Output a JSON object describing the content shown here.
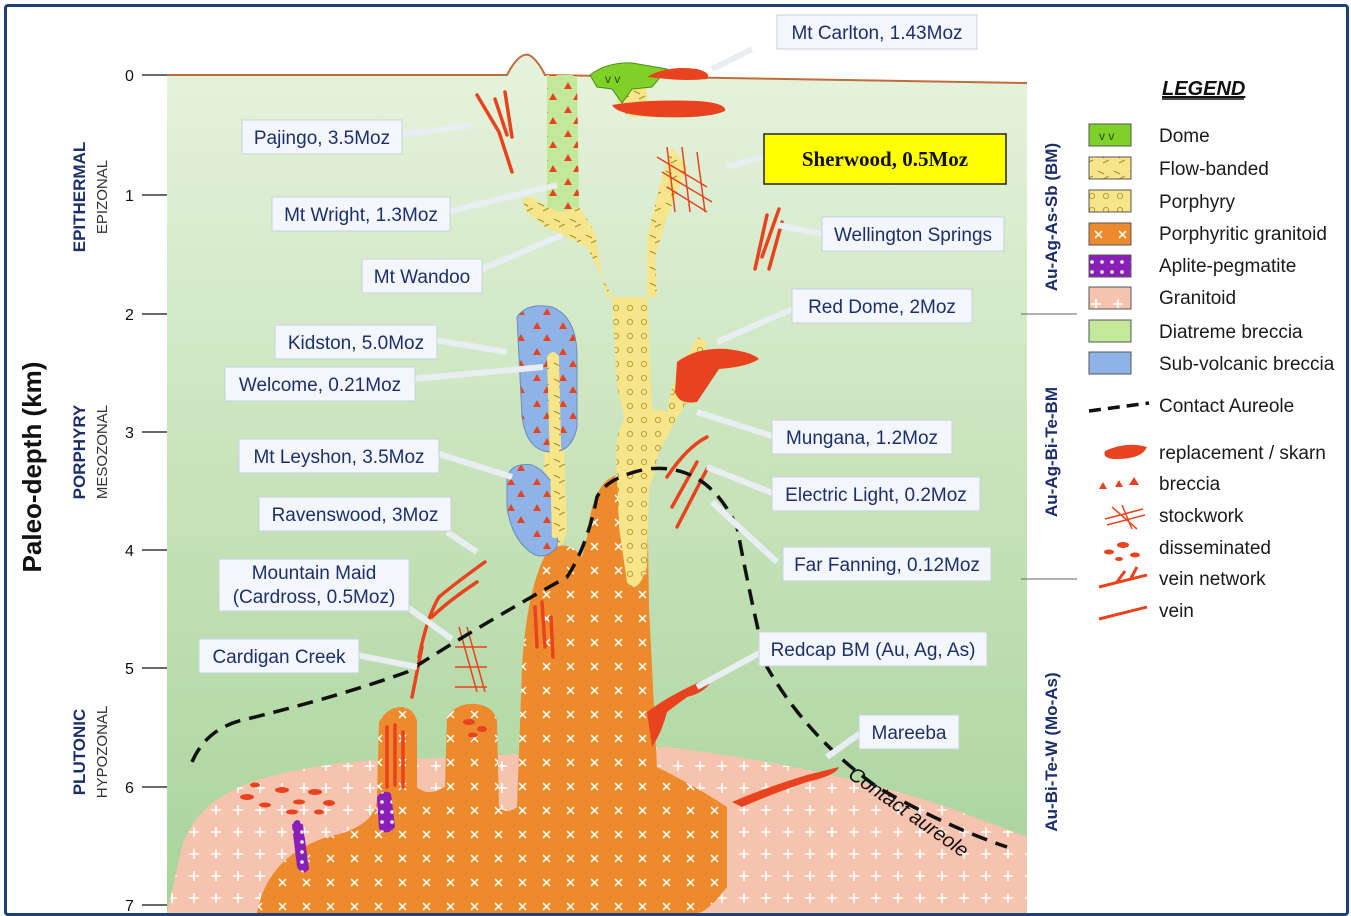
{
  "axis": {
    "label": "Paleo-depth (km)",
    "ticks": [
      "0",
      "1",
      "2",
      "3",
      "4",
      "5",
      "6",
      "7"
    ]
  },
  "zones": [
    {
      "name": "EPITHERMAL",
      "sub": "EPIZONAL"
    },
    {
      "name": "PORPHYRY",
      "sub": "MESOZONAL"
    },
    {
      "name": "PLUTONIC",
      "sub": "HYPOZONAL"
    }
  ],
  "metals": [
    "Au-Ag-As-Sb (BM)",
    "Au-Ag-Bi-Te-BM",
    "Au-Bi-Te-W (Mo-As)"
  ],
  "deposits": {
    "mt_carlton": "Mt Carlton, 1.43Moz",
    "pajingo": "Pajingo, 3.5Moz",
    "mt_wright": "Mt Wright, 1.3Moz",
    "mt_wandoo": "Mt Wandoo",
    "sherwood": "Sherwood, 0.5Moz",
    "wellington": "Wellington Springs",
    "red_dome": "Red Dome, 2Moz",
    "kidston": "Kidston, 5.0Moz",
    "welcome": "Welcome, 0.21Moz",
    "mt_leyshon": "Mt Leyshon, 3.5Moz",
    "mungana": "Mungana, 1.2Moz",
    "electric_light": "Electric Light, 0.2Moz",
    "ravenswood": "Ravenswood, 3Moz",
    "mountain_maid_1": "Mountain Maid",
    "mountain_maid_2": "(Cardross, 0.5Moz)",
    "far_fanning": "Far Fanning, 0.12Moz",
    "cardigan": "Cardigan Creek",
    "redcap": "Redcap BM (Au, Ag, As)",
    "mareeba": "Mareeba"
  },
  "contact_label": "Contact aureole",
  "legend": {
    "title": "LEGEND",
    "rocks": [
      "Dome",
      "Flow-banded",
      "Porphyry",
      "Porphyritic granitoid",
      "Aplite-pegmatite",
      "Granitoid",
      "Diatreme breccia",
      "Sub-volcanic breccia"
    ],
    "contact": "Contact Aureole",
    "styles": [
      "replacement / skarn",
      "breccia",
      "stockwork",
      "disseminated",
      "vein network",
      "vein"
    ]
  },
  "colors": {
    "frame": "#1f3f7a",
    "background_green": "#cfe8c2",
    "granitoid": "#f6c4ae",
    "porphyritic_granitoid": "#ee8a2e",
    "porphyry": "#f7e58c",
    "diatreme": "#c4e89a",
    "sub_volcanic": "#8fb3e6",
    "dome": "#7fd12a",
    "aplite": "#8a1fb8",
    "ore_red": "#e8431e",
    "label_text": "#1d2f6b",
    "highlight": "#ffff00"
  }
}
